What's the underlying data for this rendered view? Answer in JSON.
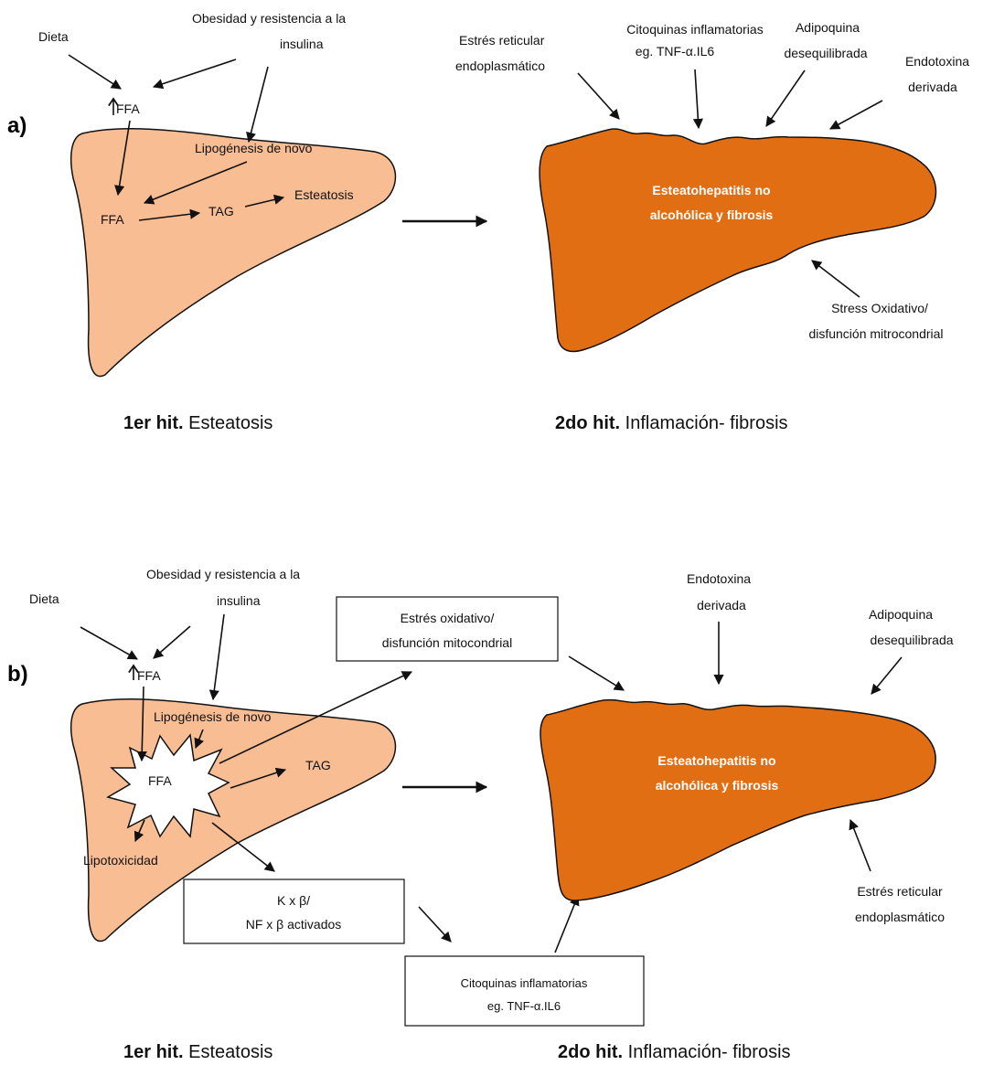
{
  "colors": {
    "steatosis_liver": "#F8BD93",
    "nash_liver": "#E26E14",
    "outline": "#111111",
    "background": "#FFFFFF"
  },
  "panel_a": {
    "label": "a)",
    "dieta": "Dieta",
    "obesidad_line1": "Obesidad y resistencia a la",
    "obesidad_line2": "insulina",
    "ffa_up": "FFA",
    "lipogenesis": "Lipogénesis de novo",
    "ffa": "FFA",
    "tag": "TAG",
    "esteatosis": "Esteatosis",
    "liver2_line1": "Esteatohepatitis no",
    "liver2_line2": "alcohólica y fibrosis",
    "er_stress_line1": "Estrés reticular",
    "er_stress_line2": "endoplasmático",
    "cytokines_line1": "Citoquinas inflamatorias",
    "cytokines_line2": "eg. TNF-α.IL6",
    "adipo_line1": "Adipoquina",
    "adipo_line2": "desequilibrada",
    "endotox_line1": "Endotoxina",
    "endotox_line2": "derivada",
    "oxid_line1": "Stress Oxidativo/",
    "oxid_line2": "disfunción mitrocondrial",
    "caption1_bold": "1er hit.",
    "caption1_rest": " Esteatosis",
    "caption2_bold": "2do hit.",
    "caption2_rest": " Inflamación- fibrosis"
  },
  "panel_b": {
    "label": "b)",
    "dieta": "Dieta",
    "obesidad_line1": "Obesidad y resistencia a la",
    "obesidad_line2": "insulina",
    "ffa_up": "FFA",
    "lipogenesis": "Lipogénesis de novo",
    "ffa": "FFA",
    "tag": "TAG",
    "lipotox": "Lipotoxicidad",
    "oxid_box_line1": "Estrés oxidativo/",
    "oxid_box_line2": "disfunción mitocondrial",
    "nfkb_box_line1": "K x β/",
    "nfkb_box_line2": "NF x β activados",
    "cyto_box_line1": "Citoquinas inflamatorias",
    "cyto_box_line2": "eg. TNF-α.IL6",
    "liver2_line1": "Esteatohepatitis no",
    "liver2_line2": "alcohólica y fibrosis",
    "endotox_line1": "Endotoxina",
    "endotox_line2": "derivada",
    "adipo_line1": "Adipoquina",
    "adipo_line2": "desequilibrada",
    "er_stress_line1": "Estrés reticular",
    "er_stress_line2": "endoplasmático",
    "caption1_bold": "1er hit.",
    "caption1_rest": " Esteatosis",
    "caption2_bold": "2do hit.",
    "caption2_rest": " Inflamación- fibrosis"
  }
}
